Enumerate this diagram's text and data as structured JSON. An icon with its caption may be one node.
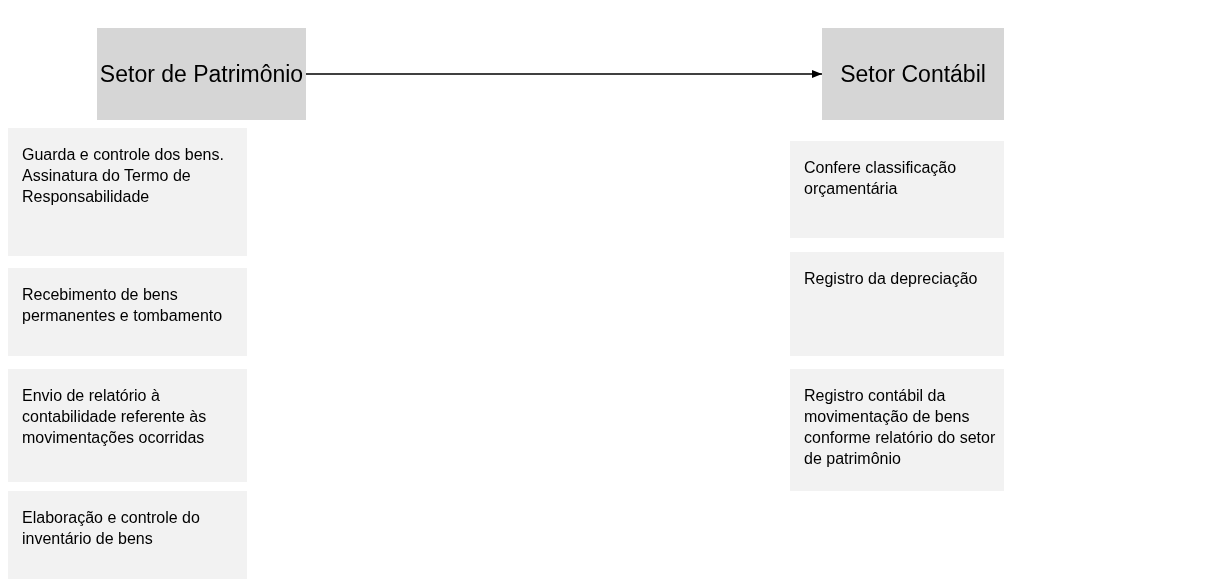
{
  "diagram": {
    "nodes": [
      {
        "text": [
          "Setor de Patrimônio"
        ]
      },
      {
        "text": [
          "Setor Contábil"
        ]
      },
      {
        "text": [
          "Guarda e controle dos bens. Assinatura do Termo de Responsabilidade"
        ]
      },
      {
        "text": [
          "Recebimento de bens permanentes e tombamento"
        ]
      },
      {
        "text": [
          "Envio de relatório à contabilidade referente às movimentações ocorridas"
        ]
      },
      {
        "text": [
          "Elaboração e controle do inventário de bens"
        ]
      },
      {
        "text": [
          "Confere classificação orçamentária"
        ]
      },
      {
        "text": [
          "Registro da depreciação"
        ]
      },
      {
        "text": [
          "Registro contábil da movimentação de bens conforme relatório do setor de patrimônio"
        ]
      }
    ],
    "edges": [
      {
        "from": 0,
        "to": 1,
        "arrow": "to"
      }
    ]
  }
}
